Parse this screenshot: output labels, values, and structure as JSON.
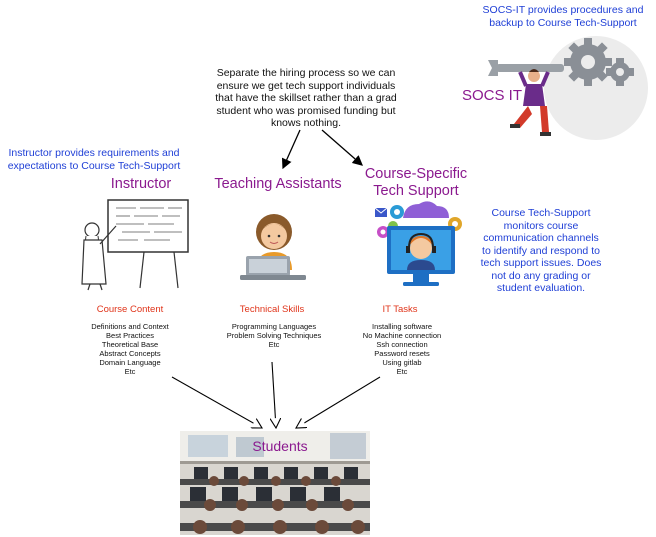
{
  "notes": {
    "socs_it_note": [
      "SOCS-IT provides procedures and",
      "backup to Course Tech-Support"
    ],
    "hiring_note": [
      "Separate the hiring process so we can",
      "ensure we get tech support individuals",
      "that have the skillset rather than a grad",
      "student who was promised funding but",
      "knows nothing."
    ],
    "instructor_note": [
      "Instructor provides requirements and",
      "expectations to Course Tech-Support"
    ],
    "tech_support_note": [
      "Course Tech-Support",
      "monitors course",
      "communication channels",
      "to identify and respond to",
      "tech support issues.  Does",
      "not do any grading or",
      "student evaluation."
    ]
  },
  "roles": {
    "socs_it": "SOCS IT",
    "instructor": "Instructor",
    "teaching_assistants": "Teaching Assistants",
    "tech_support": [
      "Course-Specific",
      "Tech Support"
    ],
    "students": "Students"
  },
  "categories": {
    "course_content": {
      "title": "Course Content",
      "items": [
        "Definitions and Context",
        "Best Practices",
        "Theoretical Base",
        "Abstract Concepts",
        "Domain Language",
        "Etc"
      ]
    },
    "technical_skills": {
      "title": "Technical Skills",
      "items": [
        "Programming Languages",
        "Problem Solving Techniques",
        "Etc"
      ]
    },
    "it_tasks": {
      "title": "IT Tasks",
      "items": [
        "Installing software",
        "No Machine connection",
        "Ssh connection",
        "Password resets",
        "Using gitlab",
        "Etc"
      ]
    }
  },
  "colors": {
    "note_blue": "#1f3fd6",
    "role_purple": "#8b1a8f",
    "category_red": "#e0341a"
  },
  "icons": {
    "socs_it": "gear-wrench-person-icon",
    "instructor": "professor-chalkboard-icon",
    "teaching_assistants": "student-laptop-icon",
    "tech_support": "support-agent-icon",
    "students": "classroom-photo"
  }
}
